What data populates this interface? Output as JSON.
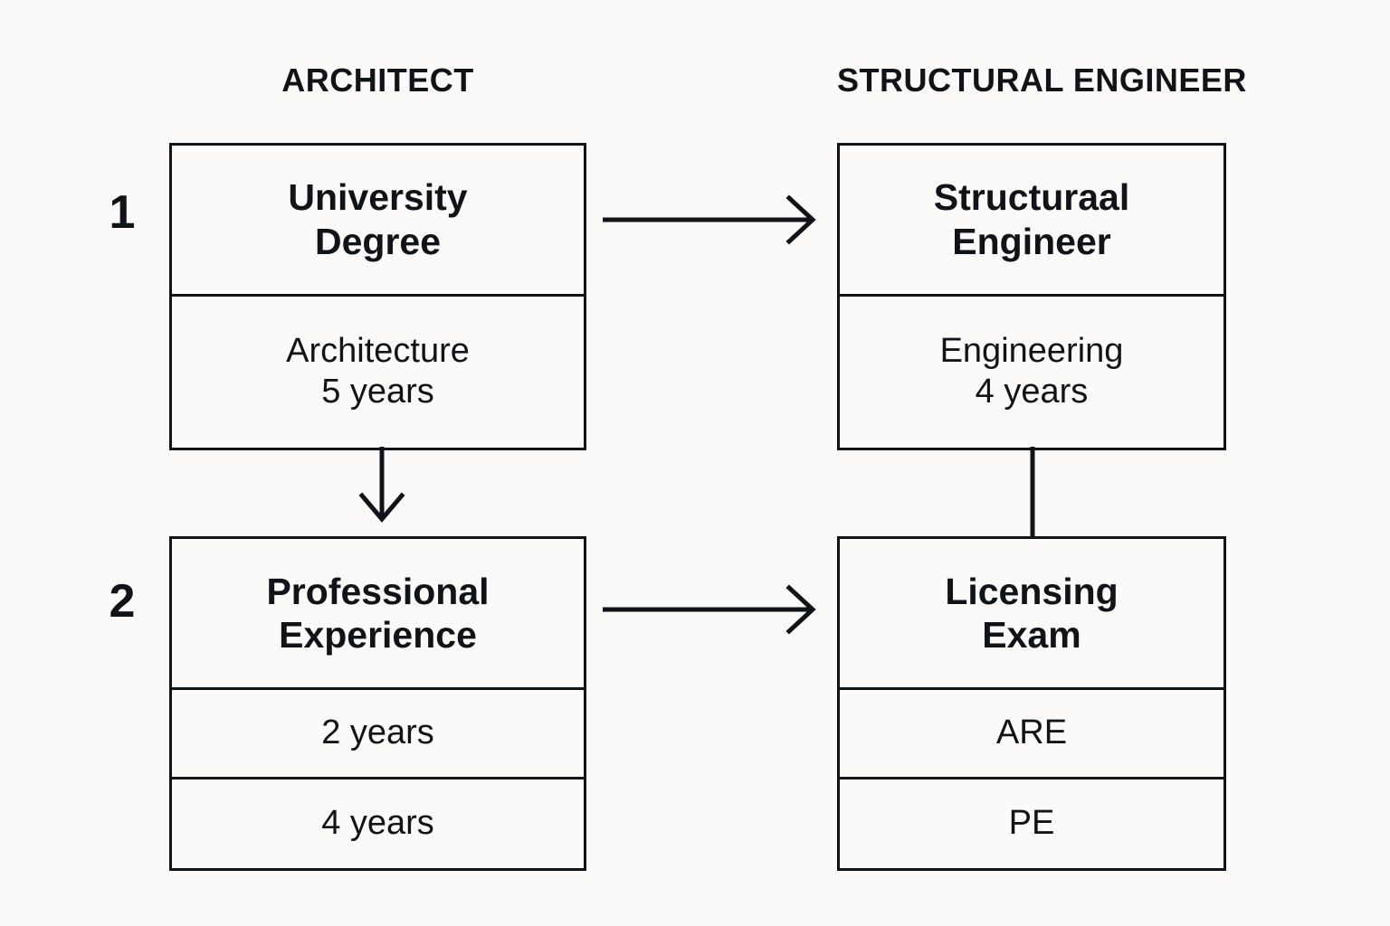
{
  "background_color": "#fbfaf8",
  "line_color": "#101418",
  "columns": [
    {
      "id": "architect",
      "header": "ARCHITECT"
    },
    {
      "id": "structural_engineer",
      "header": "STRUCTURAL ENGINEER"
    }
  ],
  "steps": [
    {
      "number": "1"
    },
    {
      "number": "2"
    }
  ],
  "boxes": {
    "university_degree": {
      "title": "University\nDegree",
      "title_line1": "University",
      "title_line2": "Degree",
      "detail_line1": "Architecture",
      "detail_line2": "5 years"
    },
    "structural_engineer": {
      "title_line1": "Structuraal",
      "title_line2": "Engineer",
      "detail_line1": "Engineering",
      "detail_line2": "4 years"
    },
    "professional_experience": {
      "title_line1": "Professional",
      "title_line2": "Experience",
      "detail_row1": "2 years",
      "detail_row2": "4 years"
    },
    "licensing_exam": {
      "title_line1": "Licensing",
      "title_line2": "Exam",
      "detail_row1": "ARE",
      "detail_row2": "PE"
    }
  },
  "connectors": [
    {
      "id": "degree-to-engineer",
      "type": "arrow",
      "direction": "right"
    },
    {
      "id": "experience-to-exam",
      "type": "arrow",
      "direction": "right"
    },
    {
      "id": "degree-to-experience",
      "type": "arrow",
      "direction": "down"
    },
    {
      "id": "engineer-to-exam",
      "type": "line",
      "direction": "down"
    }
  ]
}
